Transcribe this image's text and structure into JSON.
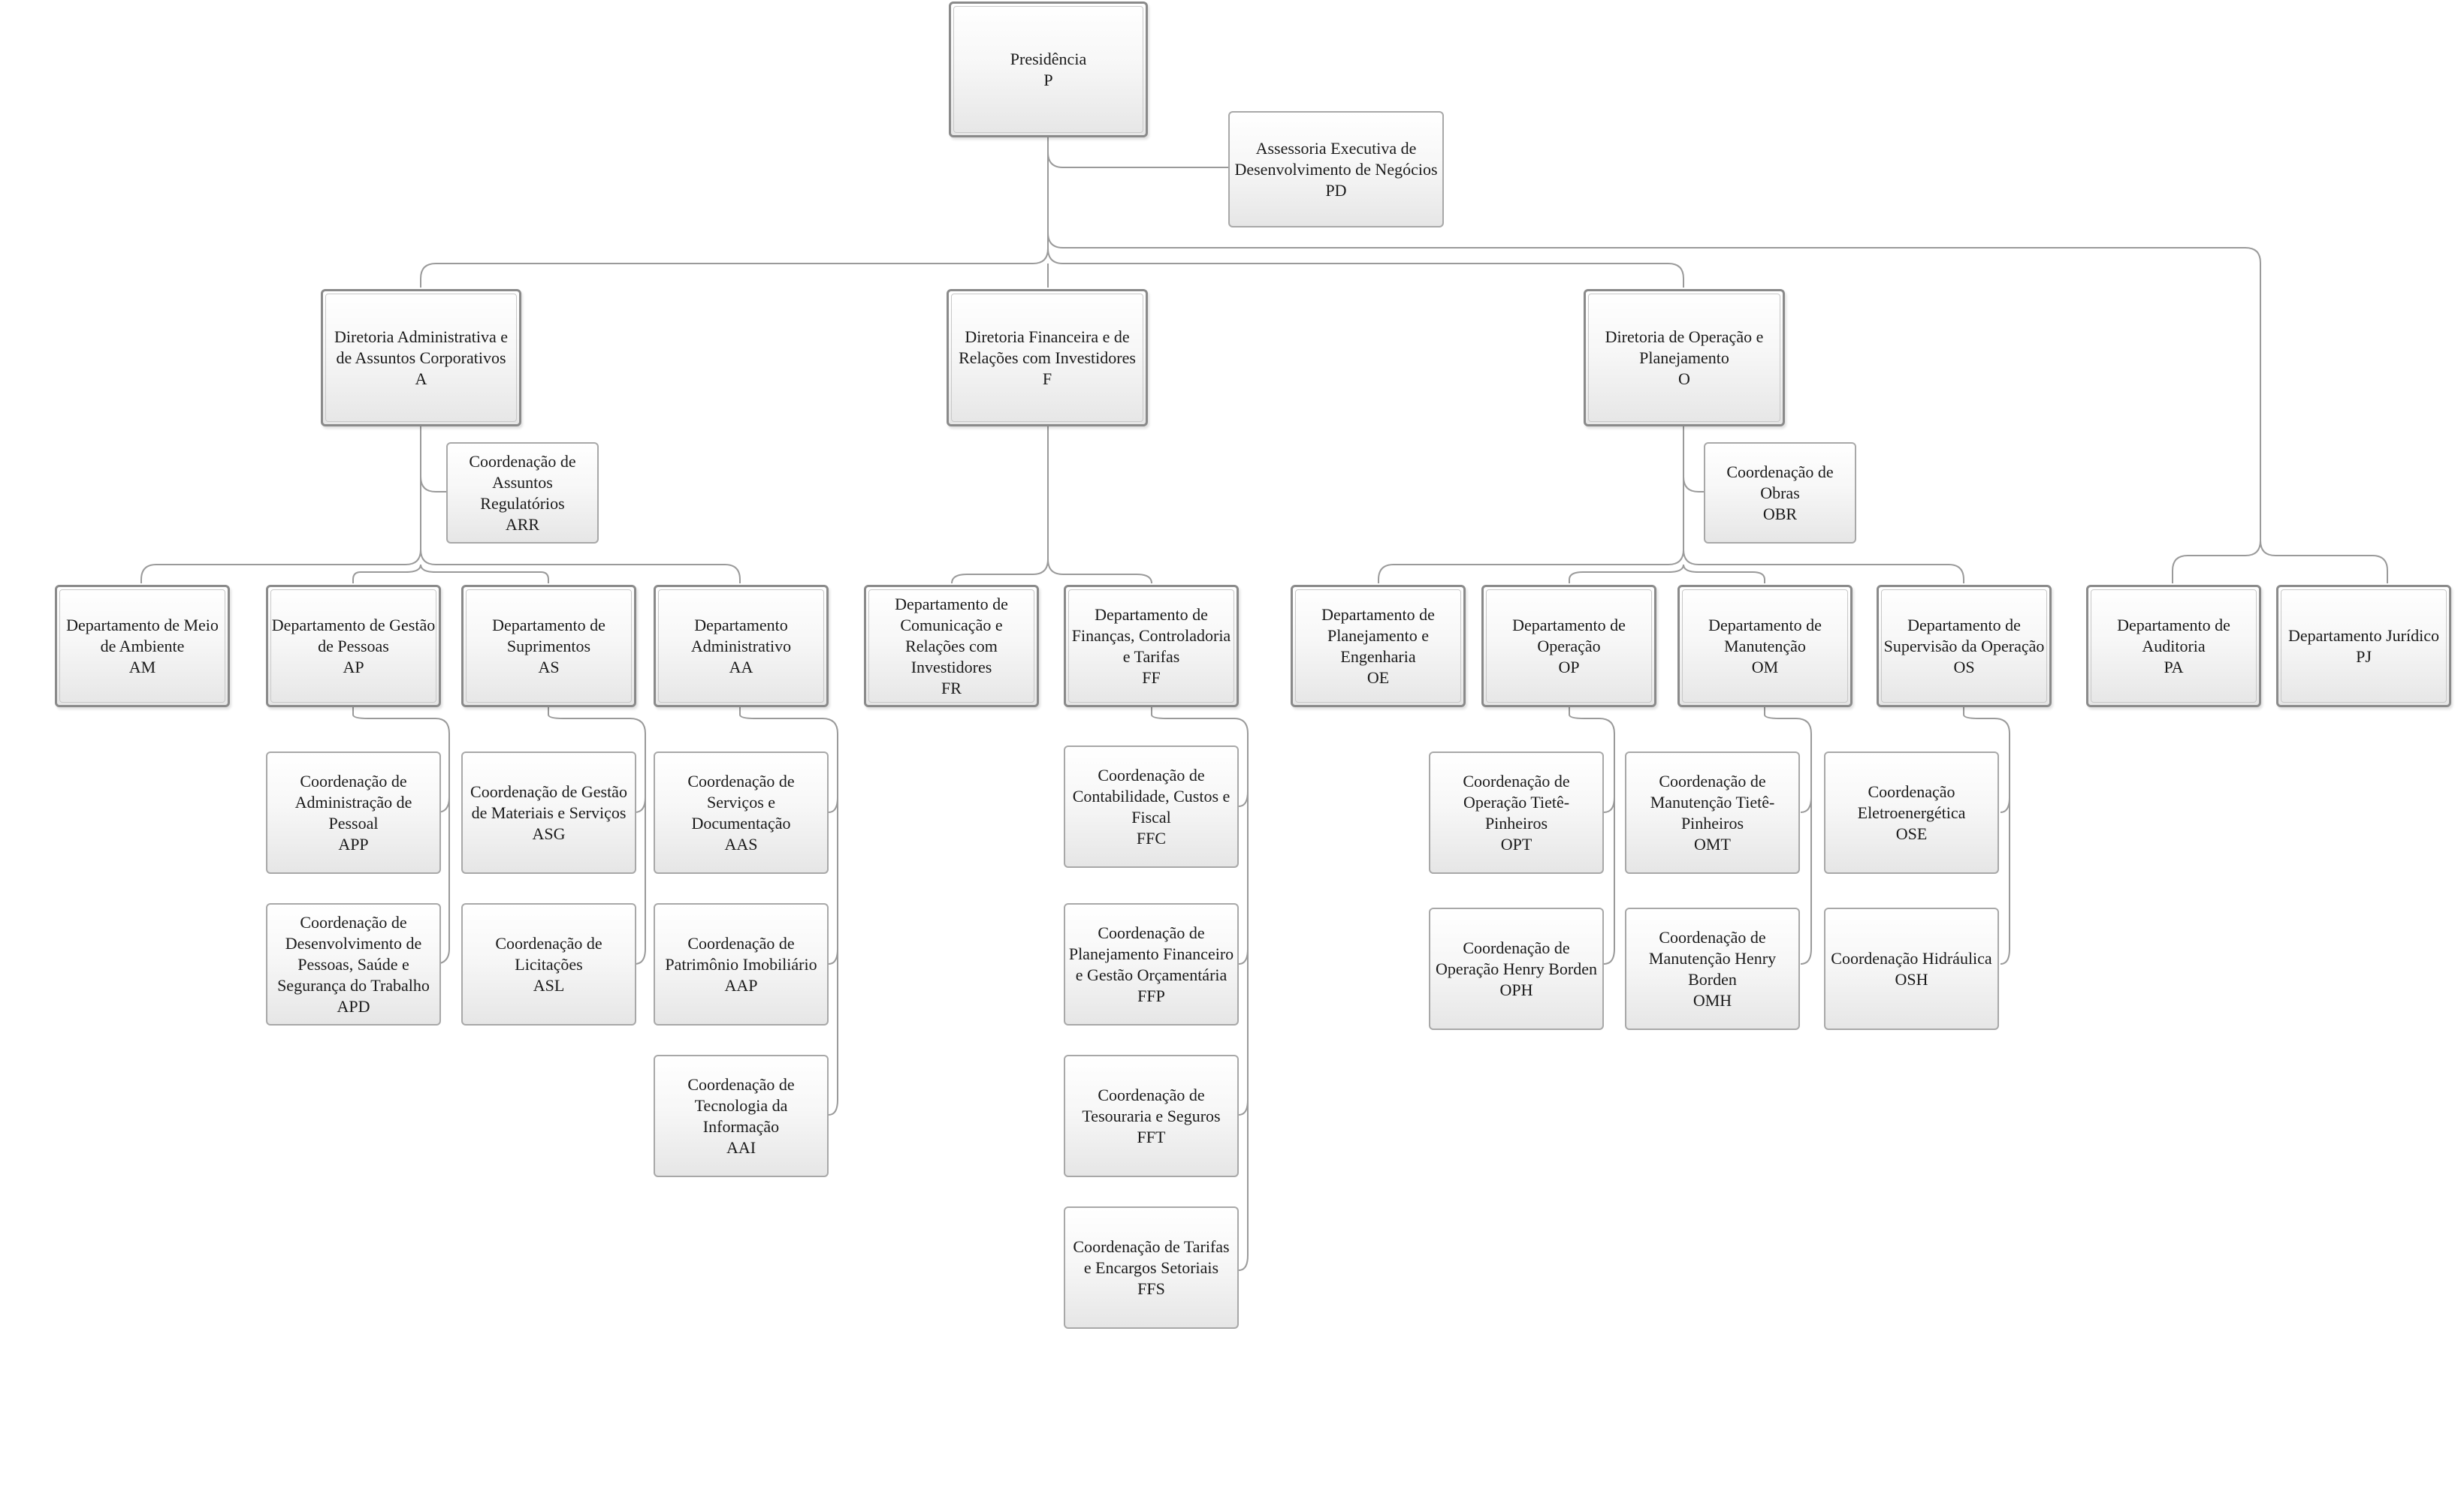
{
  "units": {
    "p": {
      "title": "Presidência",
      "code": "P"
    },
    "pd": {
      "title": "Assessoria Executiva de Desenvolvimento de Negócios",
      "code": "PD"
    },
    "a": {
      "title": "Diretoria Administrativa e de Assuntos Corporativos",
      "code": "A"
    },
    "f": {
      "title": "Diretoria Financeira e de Relações com Investidores",
      "code": "F"
    },
    "o": {
      "title": "Diretoria de Operação e Planejamento",
      "code": "O"
    },
    "arr": {
      "title": "Coordenação de Assuntos Regulatórios",
      "code": "ARR"
    },
    "obr": {
      "title": "Coordenação de Obras",
      "code": "OBR"
    },
    "am": {
      "title": "Departamento de Meio de Ambiente",
      "code": "AM"
    },
    "ap": {
      "title": "Departamento de Gestão de Pessoas",
      "code": "AP"
    },
    "as": {
      "title": "Departamento de Suprimentos",
      "code": "AS"
    },
    "aa": {
      "title": "Departamento Administrativo",
      "code": "AA"
    },
    "fr": {
      "title": "Departamento de Comunicação e Relações com Investidores",
      "code": "FR"
    },
    "ff": {
      "title": "Departamento de Finanças, Controladoria e Tarifas",
      "code": "FF"
    },
    "oe": {
      "title": "Departamento de Planejamento e Engenharia",
      "code": "OE"
    },
    "op": {
      "title": "Departamento de Operação",
      "code": "OP"
    },
    "om": {
      "title": "Departamento de Manutenção",
      "code": "OM"
    },
    "os": {
      "title": "Departamento de Supervisão da Operação",
      "code": "OS"
    },
    "pa": {
      "title": "Departamento de Auditoria",
      "code": "PA"
    },
    "pj": {
      "title": "Departamento Jurídico",
      "code": "PJ"
    },
    "app": {
      "title": "Coordenação de Administração de Pessoal",
      "code": "APP"
    },
    "apd": {
      "title": "Coordenação de Desenvolvimento de Pessoas, Saúde e Segurança do Trabalho",
      "code": "APD"
    },
    "asg": {
      "title": "Coordenação de Gestão de Materiais e Serviços",
      "code": "ASG"
    },
    "asl": {
      "title": "Coordenação de Licitações",
      "code": "ASL"
    },
    "aas": {
      "title": "Coordenação de Serviços e Documentação",
      "code": "AAS"
    },
    "aap": {
      "title": "Coordenação de Patrimônio Imobiliário",
      "code": "AAP"
    },
    "aai": {
      "title": "Coordenação de Tecnologia da Informação",
      "code": "AAI"
    },
    "ffc": {
      "title": "Coordenação de Contabilidade, Custos e Fiscal",
      "code": "FFC"
    },
    "ffp": {
      "title": "Coordenação de Planejamento Financeiro e Gestão Orçamentária",
      "code": "FFP"
    },
    "fft": {
      "title": "Coordenação de Tesouraria e Seguros",
      "code": "FFT"
    },
    "ffs": {
      "title": "Coordenação de Tarifas e Encargos Setoriais",
      "code": "FFS"
    },
    "opt": {
      "title": "Coordenação de Operação Tietê-Pinheiros",
      "code": "OPT"
    },
    "oph": {
      "title": "Coordenação de Operação Henry Borden",
      "code": "OPH"
    },
    "omt": {
      "title": "Coordenação de Manutenção Tietê-Pinheiros",
      "code": "OMT"
    },
    "omh": {
      "title": "Coordenação de Manutenção Henry Borden",
      "code": "OMH"
    },
    "ose": {
      "title": "Coordenação Eletroenergética",
      "code": "OSE"
    },
    "osh": {
      "title": "Coordenação Hidráulica",
      "code": "OSH"
    }
  }
}
